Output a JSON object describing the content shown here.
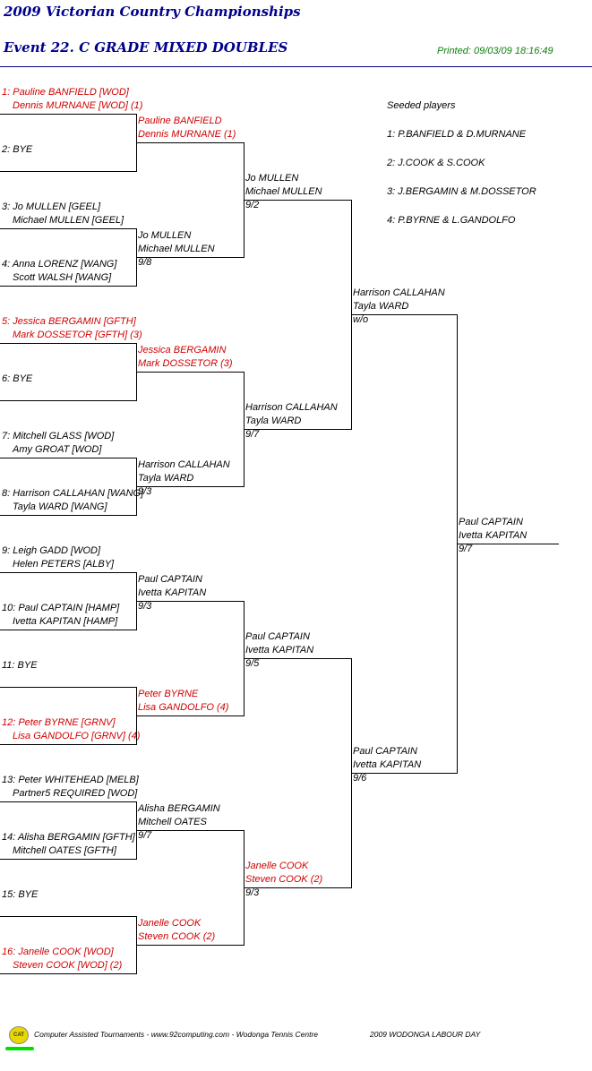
{
  "header": {
    "championship": "2009 Victorian Country Championships",
    "event": "Event 22. C GRADE MIXED DOUBLES",
    "printed": "Printed: 09/03/09 18:16:49"
  },
  "seeded": {
    "title": "Seeded players",
    "list": [
      "1: P.BANFIELD & D.MURNANE",
      "2: J.COOK & S.COOK",
      "3: J.BERGAMIN & M.DOSSETOR",
      "4: P.BYRNE & L.GANDOLFO"
    ]
  },
  "round1": [
    {
      "a": "1: Pauline BANFIELD [WOD]",
      "b": "Dennis MURNANE [WOD] (1)",
      "red": true
    },
    {
      "a": "2: BYE",
      "b": "",
      "red": false
    },
    {
      "a": "3: Jo MULLEN [GEEL]",
      "b": "Michael MULLEN [GEEL]",
      "red": false
    },
    {
      "a": "4: Anna LORENZ [WANG]",
      "b": "Scott WALSH [WANG]",
      "red": false
    },
    {
      "a": "5: Jessica BERGAMIN [GFTH]",
      "b": "Mark DOSSETOR [GFTH] (3)",
      "red": true
    },
    {
      "a": "6: BYE",
      "b": "",
      "red": false
    },
    {
      "a": "7: Mitchell GLASS [WOD]",
      "b": "Amy GROAT [WOD]",
      "red": false
    },
    {
      "a": "8: Harrison CALLAHAN [WANG]",
      "b": "Tayla WARD [WANG]",
      "red": false
    },
    {
      "a": "9: Leigh GADD [WOD]",
      "b": "Helen PETERS [ALBY]",
      "red": false
    },
    {
      "a": "10: Paul CAPTAIN [HAMP]",
      "b": "Ivetta KAPITAN [HAMP]",
      "red": false
    },
    {
      "a": "11: BYE",
      "b": "",
      "red": false
    },
    {
      "a": "12: Peter BYRNE [GRNV]",
      "b": "Lisa GANDOLFO [GRNV] (4)",
      "red": true
    },
    {
      "a": "13: Peter WHITEHEAD [MELB]",
      "b": "Partner5 REQUIRED [WOD]",
      "red": false
    },
    {
      "a": "14: Alisha BERGAMIN [GFTH]",
      "b": "Mitchell OATES [GFTH]",
      "red": false
    },
    {
      "a": "15: BYE",
      "b": "",
      "red": false
    },
    {
      "a": "16: Janelle COOK [WOD]",
      "b": "Steven COOK [WOD] (2)",
      "red": true
    }
  ],
  "round2": [
    {
      "a": "Pauline BANFIELD",
      "b": "Dennis MURNANE (1)",
      "score": "",
      "red": true
    },
    {
      "a": "Jo MULLEN",
      "b": "Michael MULLEN",
      "score": "9/8",
      "red": false
    },
    {
      "a": "Jessica BERGAMIN",
      "b": "Mark DOSSETOR (3)",
      "score": "",
      "red": true
    },
    {
      "a": "Harrison CALLAHAN",
      "b": "Tayla WARD",
      "score": "9/3",
      "red": false
    },
    {
      "a": "Paul CAPTAIN",
      "b": "Ivetta KAPITAN",
      "score": "9/3",
      "red": false
    },
    {
      "a": "Peter BYRNE",
      "b": "Lisa GANDOLFO (4)",
      "score": "",
      "red": true
    },
    {
      "a": "Alisha BERGAMIN",
      "b": "Mitchell OATES",
      "score": "9/7",
      "red": false
    },
    {
      "a": "Janelle COOK",
      "b": "Steven COOK (2)",
      "score": "",
      "red": true
    }
  ],
  "round3": [
    {
      "a": "Jo MULLEN",
      "b": "Michael MULLEN",
      "score": "9/2",
      "red": false
    },
    {
      "a": "Harrison CALLAHAN",
      "b": "Tayla WARD",
      "score": "9/7",
      "red": false
    },
    {
      "a": "Paul CAPTAIN",
      "b": "Ivetta KAPITAN",
      "score": "9/5",
      "red": false
    },
    {
      "a": "Janelle COOK",
      "b": "Steven COOK (2)",
      "score": "9/3",
      "red": true
    }
  ],
  "round4": [
    {
      "a": "Harrison CALLAHAN",
      "b": "Tayla WARD",
      "score": "w/o",
      "red": false
    },
    {
      "a": "Paul CAPTAIN",
      "b": "Ivetta KAPITAN",
      "score": "9/6",
      "red": false
    }
  ],
  "final": {
    "a": "Paul CAPTAIN",
    "b": "Ivetta KAPITAN",
    "score": "9/7",
    "red": false
  },
  "footer": {
    "logo": "CAT",
    "credit": "Computer Assisted Tournaments - www.92computing.com -  Wodonga Tennis Centre",
    "event": "2009 WODONGA LABOUR DAY"
  }
}
